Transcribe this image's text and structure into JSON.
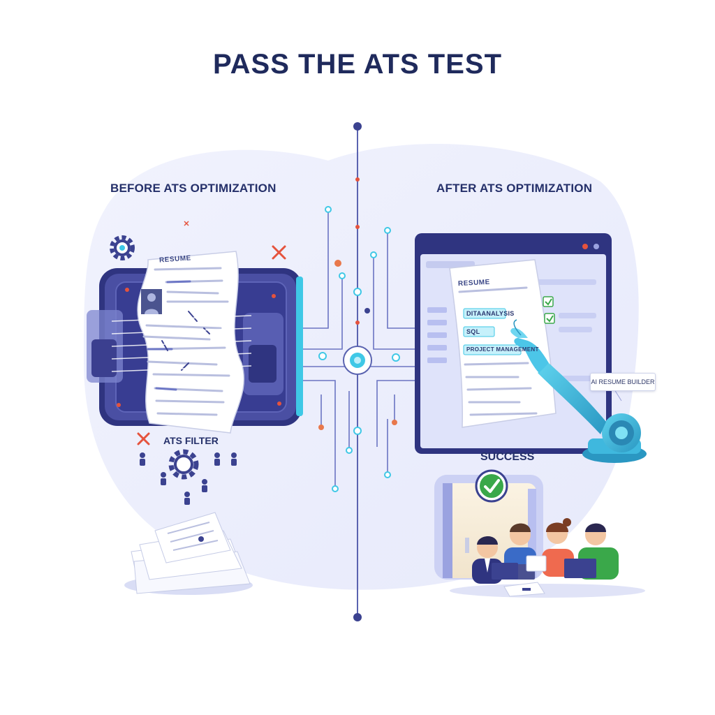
{
  "title": "PASS THE ATS TEST",
  "before": {
    "label": "BEFORE ATS OPTIMIZATION",
    "resume_heading": "RESUME",
    "filter_label": "ATS FILTER"
  },
  "after": {
    "label": "AFTER ATS OPTIMIZATION",
    "resume_heading": "RESUME",
    "fields": [
      "DITAANALYSIS",
      "SQL",
      "PROJECT MANAGEMENT"
    ],
    "builder_label": "AI RESUME BUILDER",
    "success_label": "SUCCESS"
  },
  "colors": {
    "navy": "#1f2a5c",
    "panel": "#3b3f8f",
    "cyan": "#3fc8e6",
    "accent_red": "#e5533d",
    "check_green": "#3aa84a",
    "lavender": "#e6e8fa"
  }
}
